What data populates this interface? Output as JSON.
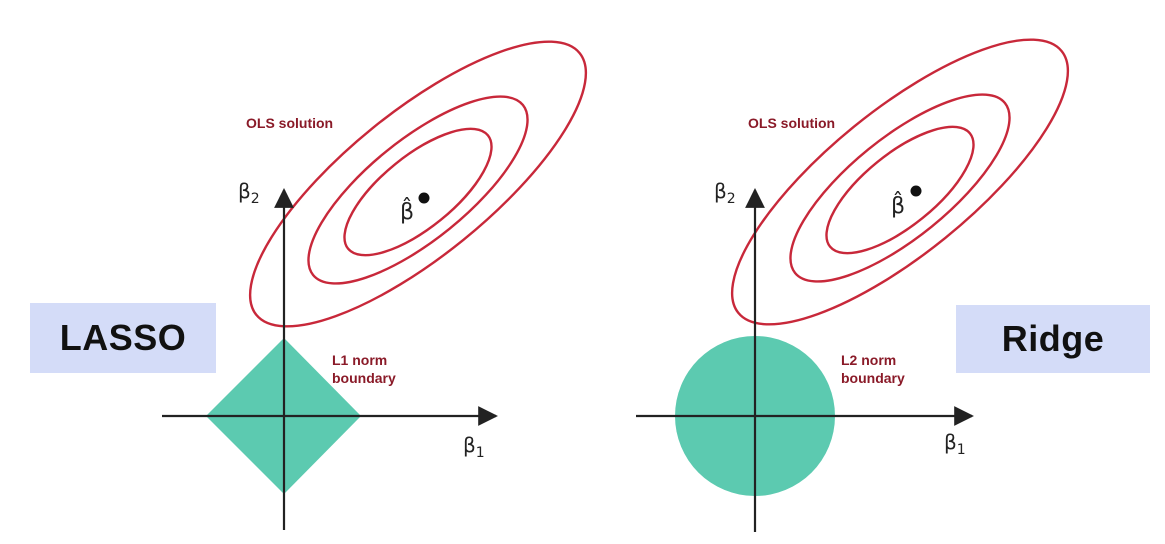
{
  "colors": {
    "background": "#ffffff",
    "contour": "#c8283a",
    "constraint_fill": "#5ccab0",
    "axis": "#222222",
    "annotation_text": "#8a1a28",
    "badge_fill": "#d4dcf8",
    "badge_text": "#111111"
  },
  "panels": [
    {
      "method_label": "LASSO",
      "ols_label": "OLS solution",
      "boundary_label_line1": "L1 norm",
      "boundary_label_line2": "boundary",
      "x_axis_label": "β",
      "x_axis_sub": "1",
      "y_axis_label": "β",
      "y_axis_sub": "2",
      "estimate_label": "β̂",
      "constraint_shape": "diamond"
    },
    {
      "method_label": "Ridge",
      "ols_label": "OLS solution",
      "boundary_label_line1": "L2 norm",
      "boundary_label_line2": "boundary",
      "x_axis_label": "β",
      "x_axis_sub": "1",
      "y_axis_label": "β",
      "y_axis_sub": "2",
      "estimate_label": "β̂",
      "constraint_shape": "circle"
    }
  ]
}
